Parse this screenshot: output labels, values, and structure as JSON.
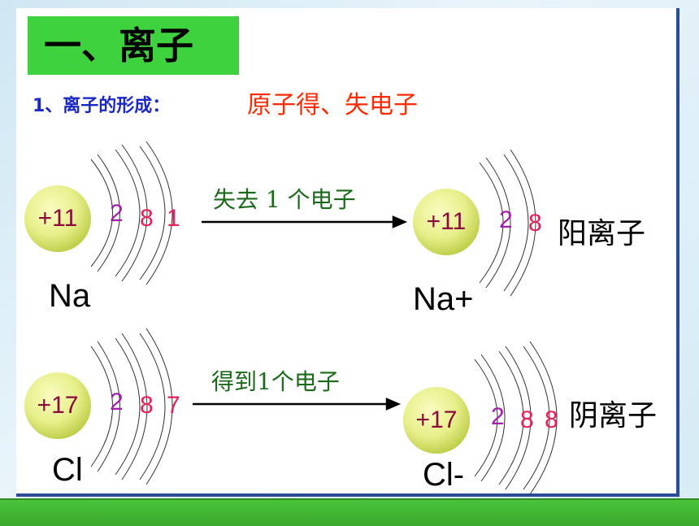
{
  "title": "一、离子",
  "subtitle": {
    "label": "1、离子的形成：",
    "answer": "原子得、失电子"
  },
  "na_atom": {
    "nucleus": "+11",
    "shells": [
      "2",
      "8",
      "1"
    ],
    "symbol": "Na"
  },
  "na_arrow_label": "失去 1 个电子",
  "na_ion": {
    "nucleus": "+11",
    "shells": [
      "2",
      "8"
    ],
    "symbol": "Na+",
    "name": "阳离子"
  },
  "cl_atom": {
    "nucleus": "+17",
    "shells": [
      "2",
      "8",
      "7"
    ],
    "symbol": "Cl"
  },
  "cl_arrow_label": "得到1个电子",
  "cl_ion": {
    "nucleus": "+17",
    "shells": [
      "2",
      "8",
      "8"
    ],
    "symbol": "Cl-",
    "name": "阴离子"
  },
  "colors": {
    "title_bg": "#3fd23f",
    "subtitle": "#1a28c8",
    "answer": "#ff2a00",
    "nucleus_text": "#8a0a3e",
    "shell_2": "#a020a8",
    "shell_8": "#e8205a",
    "arrow_label": "#1a6a1a",
    "bottom_bar": "#3aa82c"
  }
}
